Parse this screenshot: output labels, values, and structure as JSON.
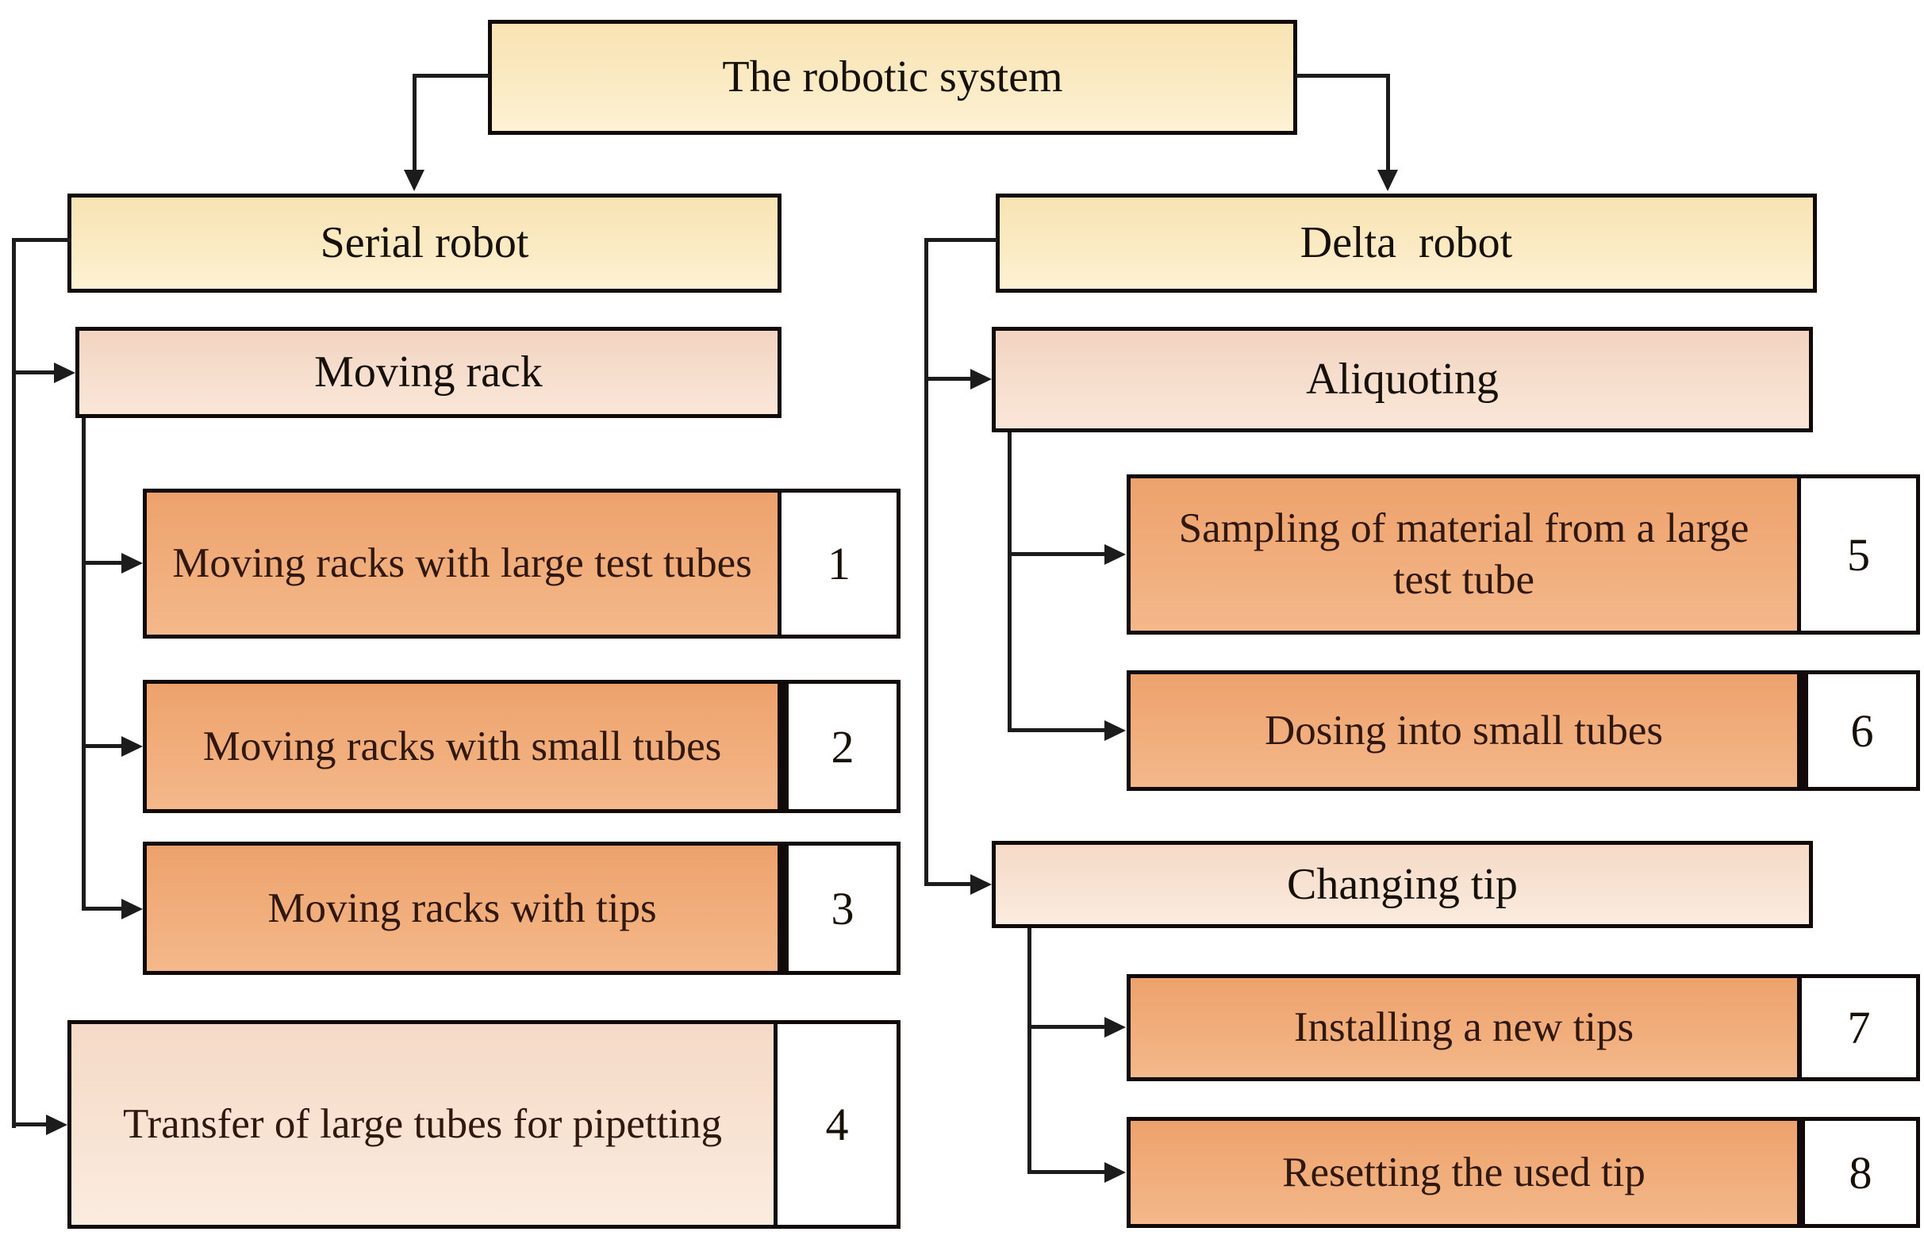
{
  "title": "The robotic system",
  "palette": {
    "yellow": "#fae9c1",
    "peach": "#f6decd",
    "peach_light": "#f8e3d3",
    "orange": "#f1ae7c",
    "number_cell": "#ffffff",
    "border": "#120a08",
    "line": "#1c1c1c"
  },
  "left_branch": {
    "title": "Serial robot",
    "group": {
      "label": "Moving rack"
    },
    "tasks": [
      {
        "label": "Moving racks with large test tubes",
        "number": "1"
      },
      {
        "label": "Moving racks with small tubes",
        "number": "2"
      },
      {
        "label": "Moving racks with tips",
        "number": "3"
      },
      {
        "label": "Transfer of large tubes for pipetting",
        "number": "4"
      }
    ]
  },
  "right_branch": {
    "title": "Delta  robot",
    "groups": [
      {
        "label": "Aliquoting"
      },
      {
        "label": "Changing tip"
      }
    ],
    "tasks": [
      {
        "label": "Sampling of material from a large test tube",
        "number": "5"
      },
      {
        "label": "Dosing into small tubes",
        "number": "6"
      },
      {
        "label": "Installing a new tips",
        "number": "7"
      },
      {
        "label": "Resetting the used tip",
        "number": "8"
      }
    ]
  }
}
